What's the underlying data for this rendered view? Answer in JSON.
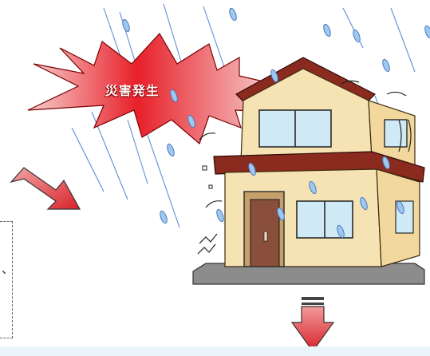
{
  "burst": {
    "text": "災害発生"
  },
  "callout_box": {
    "text_fragment": "、"
  },
  "colors": {
    "burst_fill": "#e8202a",
    "arrow_fill": "#e0474d",
    "roof": "#8b2a1e",
    "walls": "#f6e3b4",
    "window_glass": "#cfe9f5",
    "door": "#8a4f3a",
    "rain_line": "#5b8fd6",
    "rain_drop": "#9ec8ef",
    "ground": "#8c8c8c",
    "bottom_band": "#eaf5fb"
  },
  "icons": [
    "explosion-burst",
    "house-shaking",
    "rain",
    "arrow-down-right",
    "arrow-down"
  ]
}
